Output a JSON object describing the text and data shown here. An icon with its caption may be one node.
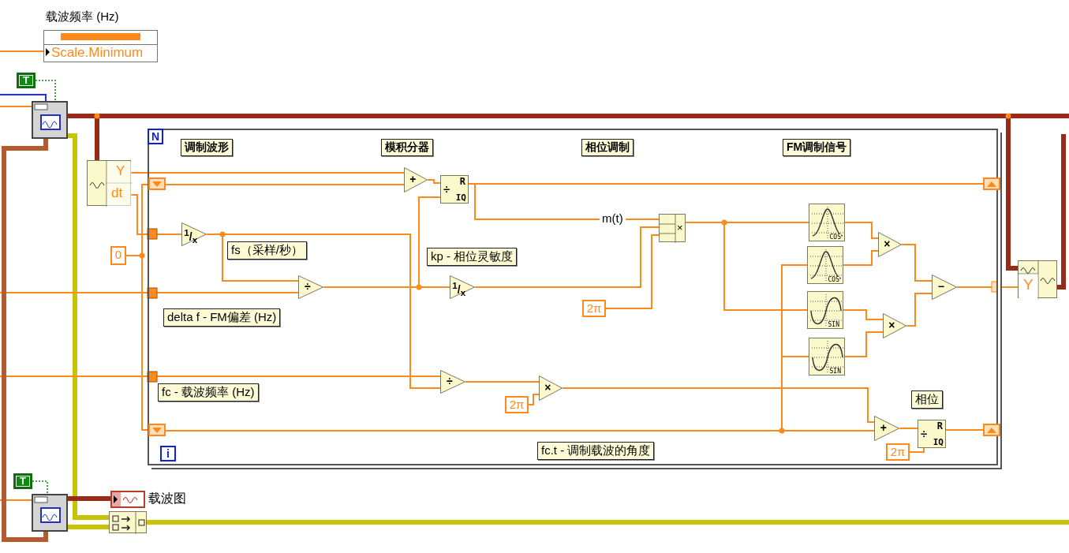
{
  "diagram": {
    "nodes": [
      {
        "text": [
          "载波频率 (Hz)",
          "Scale.Minimum"
        ]
      },
      {
        "text": [
          "T"
        ]
      },
      {
        "text": [],
        "shape": "box"
      },
      {
        "text": [
          "T"
        ]
      },
      {
        "text": [],
        "shape": "box"
      },
      {
        "text": [
          "Y",
          "dt"
        ]
      },
      {
        "text": [
          "N",
          "i"
        ]
      },
      {
        "text": [
          "0"
        ]
      },
      {
        "text": [
          "+"
        ],
        "in": 6
      },
      {
        "text": [
          "÷",
          "R",
          "IQ"
        ],
        "in": 6
      },
      {
        "text": [
          "$^{1}$/$_{x}$"
        ],
        "in": 6
      },
      {
        "text": [
          "÷"
        ],
        "in": 6
      },
      {
        "text": [
          "$^{1}$/$_{x}$"
        ],
        "in": 6
      },
      {
        "text": [
          "×"
        ],
        "in": 6
      },
      {
        "text": [
          "2π"
        ],
        "in": 6
      },
      {
        "text": [
          "÷"
        ],
        "in": 6
      },
      {
        "text": [
          "×"
        ],
        "in": 6
      },
      {
        "text": [
          "2π"
        ],
        "in": 6
      },
      {
        "text": [
          "COS"
        ],
        "in": 6
      },
      {
        "text": [
          "COS"
        ],
        "in": 6
      },
      {
        "text": [
          "SIN"
        ],
        "in": 6
      },
      {
        "text": [
          "SIN"
        ],
        "in": 6
      },
      {
        "text": [
          "×"
        ],
        "in": 6
      },
      {
        "text": [
          "×"
        ],
        "in": 6
      },
      {
        "text": [
          "−"
        ],
        "in": 6
      },
      {
        "text": [
          "+"
        ],
        "in": 6
      },
      {
        "text": [
          "÷",
          "R",
          "IQ"
        ],
        "in": 6
      },
      {
        "text": [
          "2π"
        ],
        "in": 6
      },
      {
        "text": [],
        "shape": "box",
        "in": 6
      },
      {
        "text": [],
        "shape": "box",
        "in": 6
      },
      {
        "text": [],
        "shape": "box",
        "in": 6
      },
      {
        "text": [],
        "shape": "box",
        "in": 6
      },
      {
        "text": [
          "Y"
        ]
      },
      {
        "text": [
          "载波图"
        ]
      },
      {
        "text": [],
        "shape": "box"
      }
    ],
    "edges": [
      {
        "from": null,
        "to": 0,
        "arrow": "none"
      },
      {
        "from": 1,
        "to": 2,
        "arrow": "none",
        "style": "dashed",
        "color": "#1a8a1a"
      },
      {
        "from": null,
        "to": 2,
        "arrow": "none",
        "color": "#2030ff"
      },
      {
        "from": null,
        "to": 2,
        "arrow": "none"
      },
      {
        "from": 2,
        "to": 5,
        "arrow": "none",
        "style": "thick",
        "color": "#9a2a18"
      },
      {
        "from": 2,
        "to": 32,
        "arrow": "none",
        "style": "thick",
        "color": "#9a2a18"
      },
      {
        "from": 2,
        "to": 34,
        "arrow": "none",
        "style": "thick",
        "color": "#c8c400"
      },
      {
        "from": 3,
        "to": 4,
        "arrow": "none",
        "style": "dashed",
        "color": "#1a8a1a"
      },
      {
        "from": null,
        "to": 4,
        "arrow": "none"
      },
      {
        "from": 4,
        "to": 33,
        "arrow": "none",
        "style": "thick",
        "color": "#9a2a18"
      },
      {
        "from": 4,
        "to": 34,
        "arrow": "none",
        "style": "thick",
        "color": "#c8c400"
      },
      {
        "from": 34,
        "to": null,
        "arrow": "none",
        "style": "thick",
        "color": "#c8c400"
      },
      {
        "from": 5,
        "to": 8,
        "arrow": "none"
      },
      {
        "from": 30,
        "to": 8,
        "arrow": "none"
      },
      {
        "from": 8,
        "to": 9,
        "arrow": "none"
      },
      {
        "from": 9,
        "to": 28,
        "arrow": "none"
      },
      {
        "from": 9,
        "to": 13,
        "arrow": "none",
        "label": "m(t)"
      },
      {
        "from": 5,
        "to": 10,
        "arrow": "none"
      },
      {
        "from": 7,
        "to": 30,
        "arrow": "none"
      },
      {
        "from": 7,
        "to": 31,
        "arrow": "none"
      },
      {
        "from": 10,
        "to": 11,
        "arrow": "none"
      },
      {
        "from": 10,
        "to": 15,
        "arrow": "none"
      },
      {
        "from": null,
        "to": 11,
        "arrow": "none"
      },
      {
        "from": null,
        "to": 15,
        "arrow": "none"
      },
      {
        "from": 11,
        "to": 9,
        "arrow": "none"
      },
      {
        "from": 11,
        "to": 12,
        "arrow": "none"
      },
      {
        "from": 12,
        "to": 13,
        "arrow": "none"
      },
      {
        "from": 14,
        "to": 13,
        "arrow": "none"
      },
      {
        "from": 15,
        "to": 16,
        "arrow": "none"
      },
      {
        "from": 17,
        "to": 16,
        "arrow": "none"
      },
      {
        "from": 16,
        "to": 25,
        "arrow": "none"
      },
      {
        "from": 31,
        "to": 25,
        "arrow": "none"
      },
      {
        "from": 31,
        "to": 19,
        "arrow": "none"
      },
      {
        "from": 31,
        "to": 21,
        "arrow": "none"
      },
      {
        "from": 13,
        "to": 18,
        "arrow": "none"
      },
      {
        "from": 13,
        "to": 20,
        "arrow": "none"
      },
      {
        "from": 18,
        "to": 22,
        "arrow": "none"
      },
      {
        "from": 19,
        "to": 22,
        "arrow": "none"
      },
      {
        "from": 20,
        "to": 23,
        "arrow": "none"
      },
      {
        "from": 21,
        "to": 23,
        "arrow": "none"
      },
      {
        "from": 22,
        "to": 24,
        "arrow": "none"
      },
      {
        "from": 23,
        "to": 24,
        "arrow": "none"
      },
      {
        "from": 24,
        "to": 32,
        "arrow": "none"
      },
      {
        "from": 25,
        "to": 26,
        "arrow": "none"
      },
      {
        "from": 27,
        "to": 26,
        "arrow": "none"
      },
      {
        "from": 26,
        "to": 29,
        "arrow": "none"
      },
      {
        "from": 32,
        "to": null,
        "arrow": "none",
        "style": "thick",
        "color": "#9a2a18"
      },
      {
        "from": 2,
        "to": null,
        "arrow": "none",
        "style": "thick",
        "color": "#9a2a18"
      },
      {
        "from": 2,
        "to": 4,
        "arrow": "none",
        "style": "thick",
        "color": "#b85a30"
      }
    ],
    "labels": [
      "调制波形",
      "模积分器",
      "相位调制",
      "FM调制信号",
      "fs（采样/秒）",
      "kp - 相位灵敏度",
      "delta f - FM偏差 (Hz)",
      "fc - 载波频率 (Hz)",
      "相位",
      "fc.t - 调制载波的角度"
    ]
  }
}
